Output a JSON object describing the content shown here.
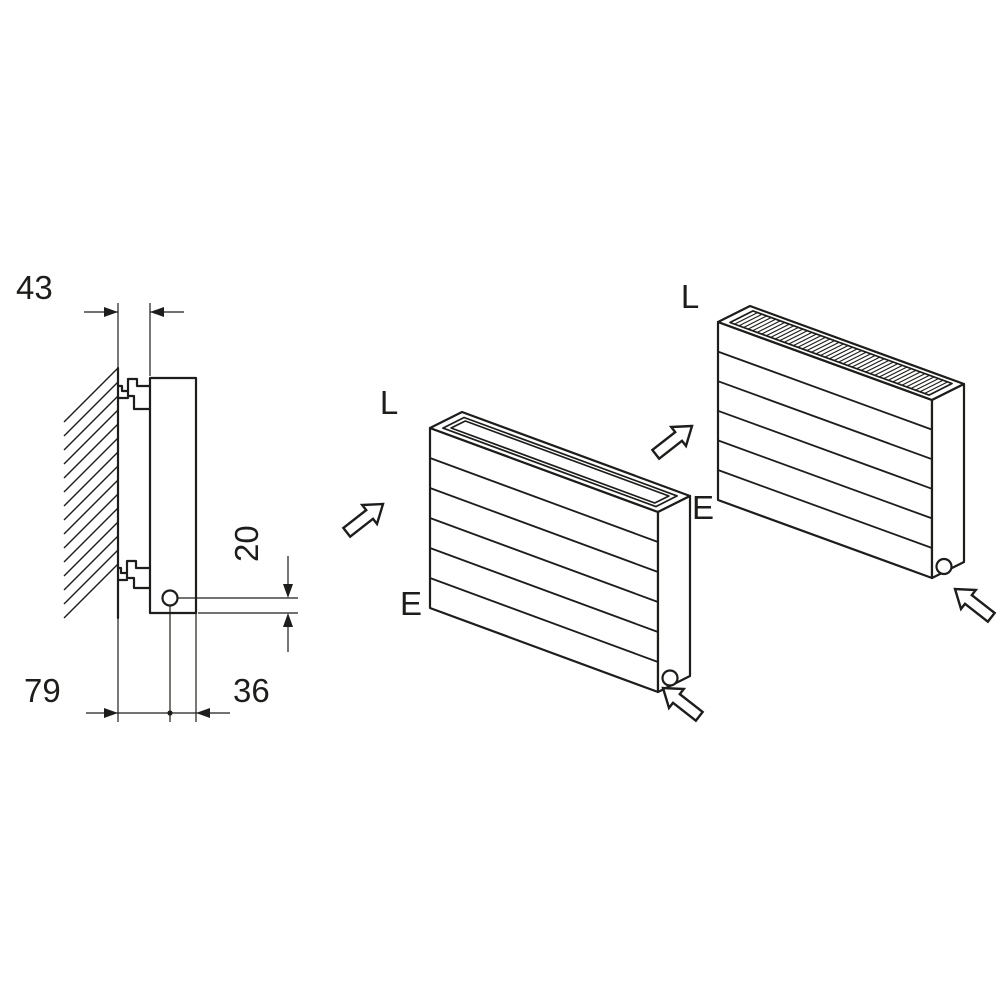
{
  "colors": {
    "line": "#1d1d1b",
    "background": "#ffffff"
  },
  "side_view": {
    "dim_wall_to_body": "43",
    "dim_connection_to_bottom": "20",
    "dim_wall_to_pipe_axis": "79",
    "dim_pipe_axis_to_front": "36"
  },
  "radiator_open_top": {
    "inlet_label": "L",
    "outlet_label": "E"
  },
  "radiator_grille_top": {
    "inlet_label": "L",
    "outlet_label": "E"
  }
}
